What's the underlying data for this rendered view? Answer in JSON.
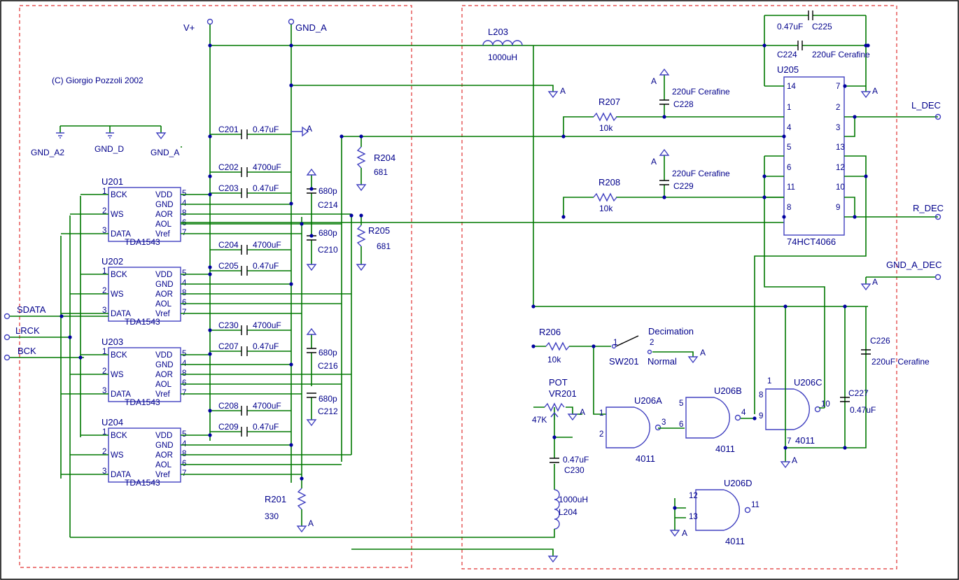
{
  "copyright": "(C) Giorgio Pozzoli 2002",
  "nets": {
    "vplus": "V+",
    "gnd_a": "GND_A",
    "gnd_a2": "GND_A2",
    "gnd_d": "GND_D",
    "gnd_a_dec": "GND_A_DEC",
    "sdata": "SDATA",
    "lrck": "LRCK",
    "bck": "BCK",
    "l_dec": "L_DEC",
    "r_dec": "R_DEC",
    "gnd_ref": "A"
  },
  "dacs": [
    {
      "ref": "U201",
      "part": "TDA1543",
      "caps": [
        {
          "ref": "C201",
          "value": "0.47uF"
        },
        {
          "ref": "C202",
          "value": "4700uF"
        },
        {
          "ref": "C203",
          "value": "0.47uF"
        }
      ]
    },
    {
      "ref": "U202",
      "part": "TDA1543",
      "caps": [
        {
          "ref": "C204",
          "value": "4700uF"
        },
        {
          "ref": "C205",
          "value": "0.47uF"
        }
      ]
    },
    {
      "ref": "U203",
      "part": "TDA1543",
      "caps": [
        {
          "ref": "C230",
          "value": "4700uF"
        },
        {
          "ref": "C207",
          "value": "0.47uF"
        }
      ]
    },
    {
      "ref": "U204",
      "part": "TDA1543",
      "caps": [
        {
          "ref": "C208",
          "value": "4700uF"
        },
        {
          "ref": "C209",
          "value": "0.47uF"
        }
      ]
    }
  ],
  "dac_pins_left": [
    {
      "num": "1",
      "name": "BCK"
    },
    {
      "num": "2",
      "name": "WS"
    },
    {
      "num": "3",
      "name": "DATA"
    }
  ],
  "dac_pins_right": [
    {
      "num": "5",
      "name": "VDD"
    },
    {
      "num": "4",
      "name": "GND"
    },
    {
      "num": "8",
      "name": "AOR"
    },
    {
      "num": "6",
      "name": "AOL"
    },
    {
      "num": "7",
      "name": "Vref"
    }
  ],
  "left_parts": {
    "c214": {
      "ref": "C214",
      "value": "680p"
    },
    "c210": {
      "ref": "C210",
      "value": "680p"
    },
    "c216": {
      "ref": "C216",
      "value": "680p"
    },
    "c212": {
      "ref": "C212",
      "value": "680p"
    },
    "r204": {
      "ref": "R204",
      "value": "681"
    },
    "r205": {
      "ref": "R205",
      "value": "681"
    },
    "r201": {
      "ref": "R201",
      "value": "330"
    }
  },
  "right_parts": {
    "l203": {
      "ref": "L203",
      "value": "1000uH"
    },
    "c225": {
      "ref": "C225",
      "value": "0.47uF"
    },
    "c224": {
      "ref": "C224",
      "value": "220uF Cerafine"
    },
    "c228": {
      "ref": "C228",
      "value": "220uF Cerafine"
    },
    "c229": {
      "ref": "C229",
      "value": "220uF Cerafine"
    },
    "r207": {
      "ref": "R207",
      "value": "10k"
    },
    "r208": {
      "ref": "R208",
      "value": "10k"
    },
    "r206": {
      "ref": "R206",
      "value": "10k"
    },
    "sw201": {
      "ref": "SW201",
      "pos1": "Decimation",
      "pos2": "Normal",
      "pin1": "1",
      "pin2": "2"
    },
    "vr201": {
      "ref": "VR201",
      "type": "POT",
      "value": "47K"
    },
    "c230": {
      "ref": "C230",
      "value": "0.47uF"
    },
    "l204": {
      "ref": "L204",
      "value": "1000uH"
    },
    "c226": {
      "ref": "C226",
      "value": "220uF Cerafine"
    },
    "c227": {
      "ref": "C227",
      "value": "0.47uF"
    }
  },
  "mux": {
    "ref": "U205",
    "part": "74HCT4066",
    "left_pins": [
      "14",
      "1",
      "4",
      "5",
      "6",
      "11",
      "8"
    ],
    "right_pins": [
      "7",
      "2",
      "3",
      "13",
      "12",
      "10",
      "9"
    ]
  },
  "gates": [
    {
      "ref": "U206A",
      "part": "4011",
      "in1": "1",
      "in2": "2",
      "out": "3"
    },
    {
      "ref": "U206B",
      "part": "4011",
      "in1": "5",
      "in2": "6",
      "out": "4"
    },
    {
      "ref": "U206C",
      "part": "4011",
      "in1": "8",
      "in2": "9",
      "out": "10",
      "vdd": "1",
      "vss": "7"
    },
    {
      "ref": "U206D",
      "part": "4011",
      "in1": "12",
      "in2": "13",
      "out": "11"
    }
  ]
}
